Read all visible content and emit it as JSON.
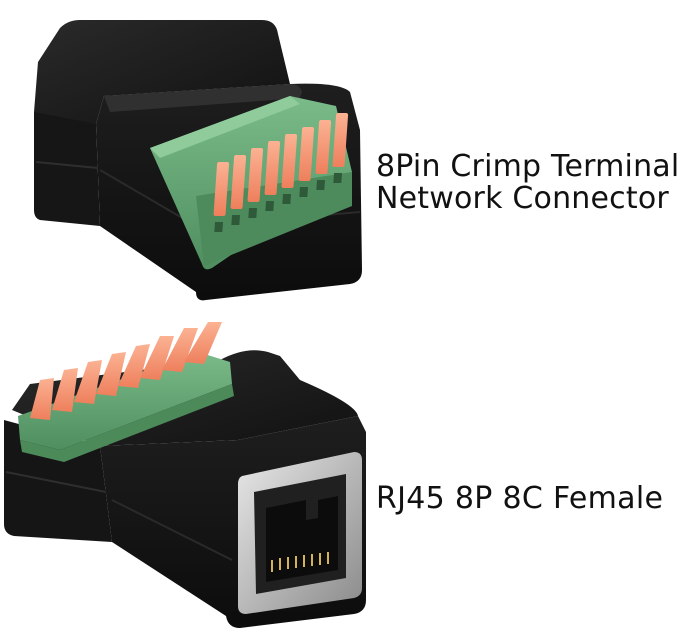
{
  "labels": {
    "top_line1": "8Pin Crimp Terminal",
    "top_line2": "Network Connector",
    "bottom": "RJ45 8P 8C Female"
  },
  "colors": {
    "background": "#ffffff",
    "housing": "#1b1b1b",
    "terminal_green": "#6fae7e",
    "lever_orange": "#f59a7a",
    "jack_metal": "#c9c9c9"
  },
  "pin_count": 8
}
